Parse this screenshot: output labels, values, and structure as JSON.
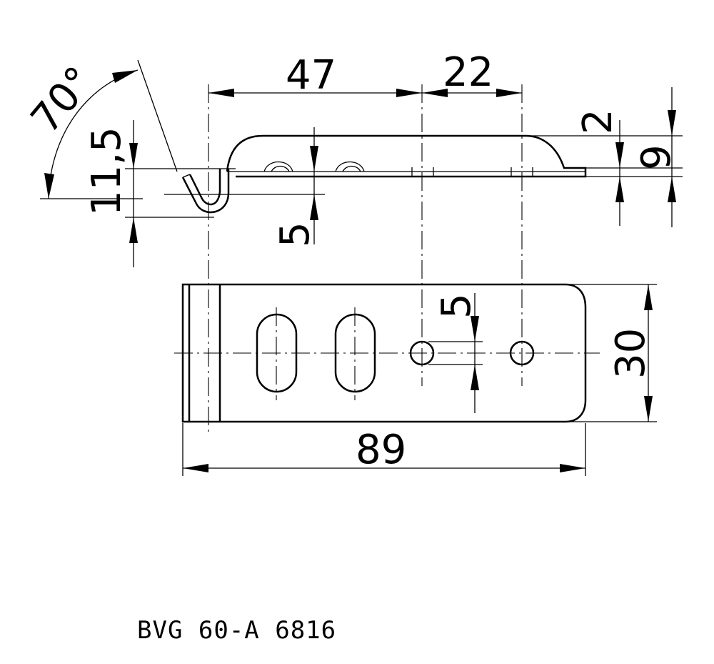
{
  "drawing": {
    "part_number": "BVG 60-A 6816",
    "dimensions": {
      "angle": "70°",
      "height_hook": "11,5",
      "length_slots": "47",
      "hole_pitch": "22",
      "thickness": "2",
      "total_height": "9",
      "hook_depth": "5",
      "hole_diameter": "5",
      "width": "30",
      "length": "89"
    }
  }
}
